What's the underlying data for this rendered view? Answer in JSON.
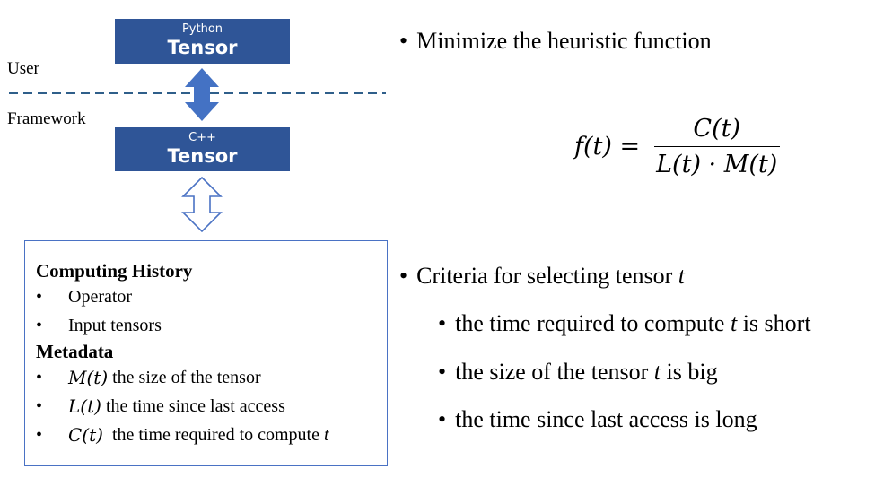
{
  "stack": {
    "python_label": "Python",
    "python_tensor": "Tensor",
    "cpp_label": "C++",
    "cpp_tensor": "Tensor",
    "user_label": "User",
    "framework_label": "Framework",
    "colors": {
      "box": "#2f5597",
      "arrow_solid": "#4472c4",
      "outline": "#4a72c4",
      "divider": "#2f5f8a"
    }
  },
  "info": {
    "computing_title": "Computing History",
    "computing_items": [
      "Operator",
      "Input tensors"
    ],
    "metadata_title": "Metadata",
    "metadata_items": [
      {
        "sym": "M(t)",
        "text": " the size of the tensor"
      },
      {
        "sym": "L(t)",
        "text": " the time since last access"
      },
      {
        "sym": "C(t)",
        "text": "  the time required to compute ",
        "tail": "t"
      }
    ]
  },
  "right": {
    "bullet1": "Minimize the heuristic function",
    "formula": {
      "lhs": "f(t) =",
      "num": "C(t)",
      "den": "L(t) · M(t)"
    },
    "bullet2": "Criteria for selecting tensor ",
    "bullet2_var": "t",
    "sub": [
      {
        "pre": "the time required to compute ",
        "var": "t",
        "post": " is short"
      },
      {
        "pre": "the size of the tensor ",
        "var": "t",
        "post": " is big"
      },
      {
        "pre": "the time since last access is long",
        "var": "",
        "post": ""
      }
    ]
  }
}
